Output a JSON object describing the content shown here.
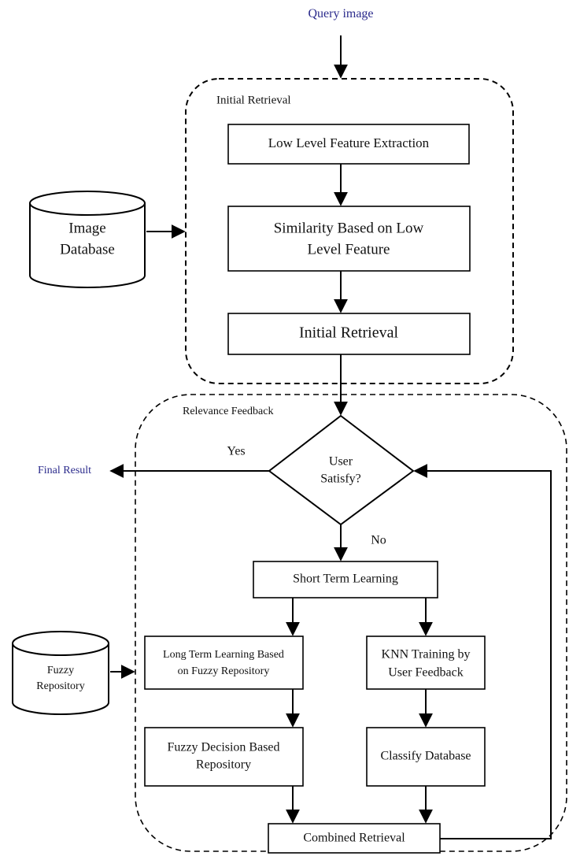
{
  "labels": {
    "query_image": "Query image",
    "final_result": "Final Result",
    "initial_retrieval_group": "Initial Retrieval",
    "relevance_feedback_group": "Relevance Feedback",
    "image_database_line1": "Image",
    "image_database_line2": "Database",
    "fuzzy_repository_line1": "Fuzzy",
    "fuzzy_repository_line2": "Repository",
    "low_level_feature_extraction": "Low Level Feature Extraction",
    "similarity_line1": "Similarity Based on Low",
    "similarity_line2": "Level Feature",
    "initial_retrieval_box": "Initial Retrieval",
    "decision_line1": "User",
    "decision_line2": "Satisfy?",
    "yes": "Yes",
    "no": "No",
    "short_term_learning": "Short Term Learning",
    "long_term_line1": "Long Term Learning Based",
    "long_term_line2": "on Fuzzy Repository",
    "knn_line1": "KNN Training by",
    "knn_line2": "User Feedback",
    "fuzzy_decision_line1": "Fuzzy Decision Based",
    "fuzzy_decision_line2": "Repository",
    "classify_database": "Classify Database",
    "combined_retrieval": "Combined Retrieval"
  },
  "colors": {
    "line": "#000000",
    "text": "#111111",
    "blue_text": "#2b2b8c"
  }
}
